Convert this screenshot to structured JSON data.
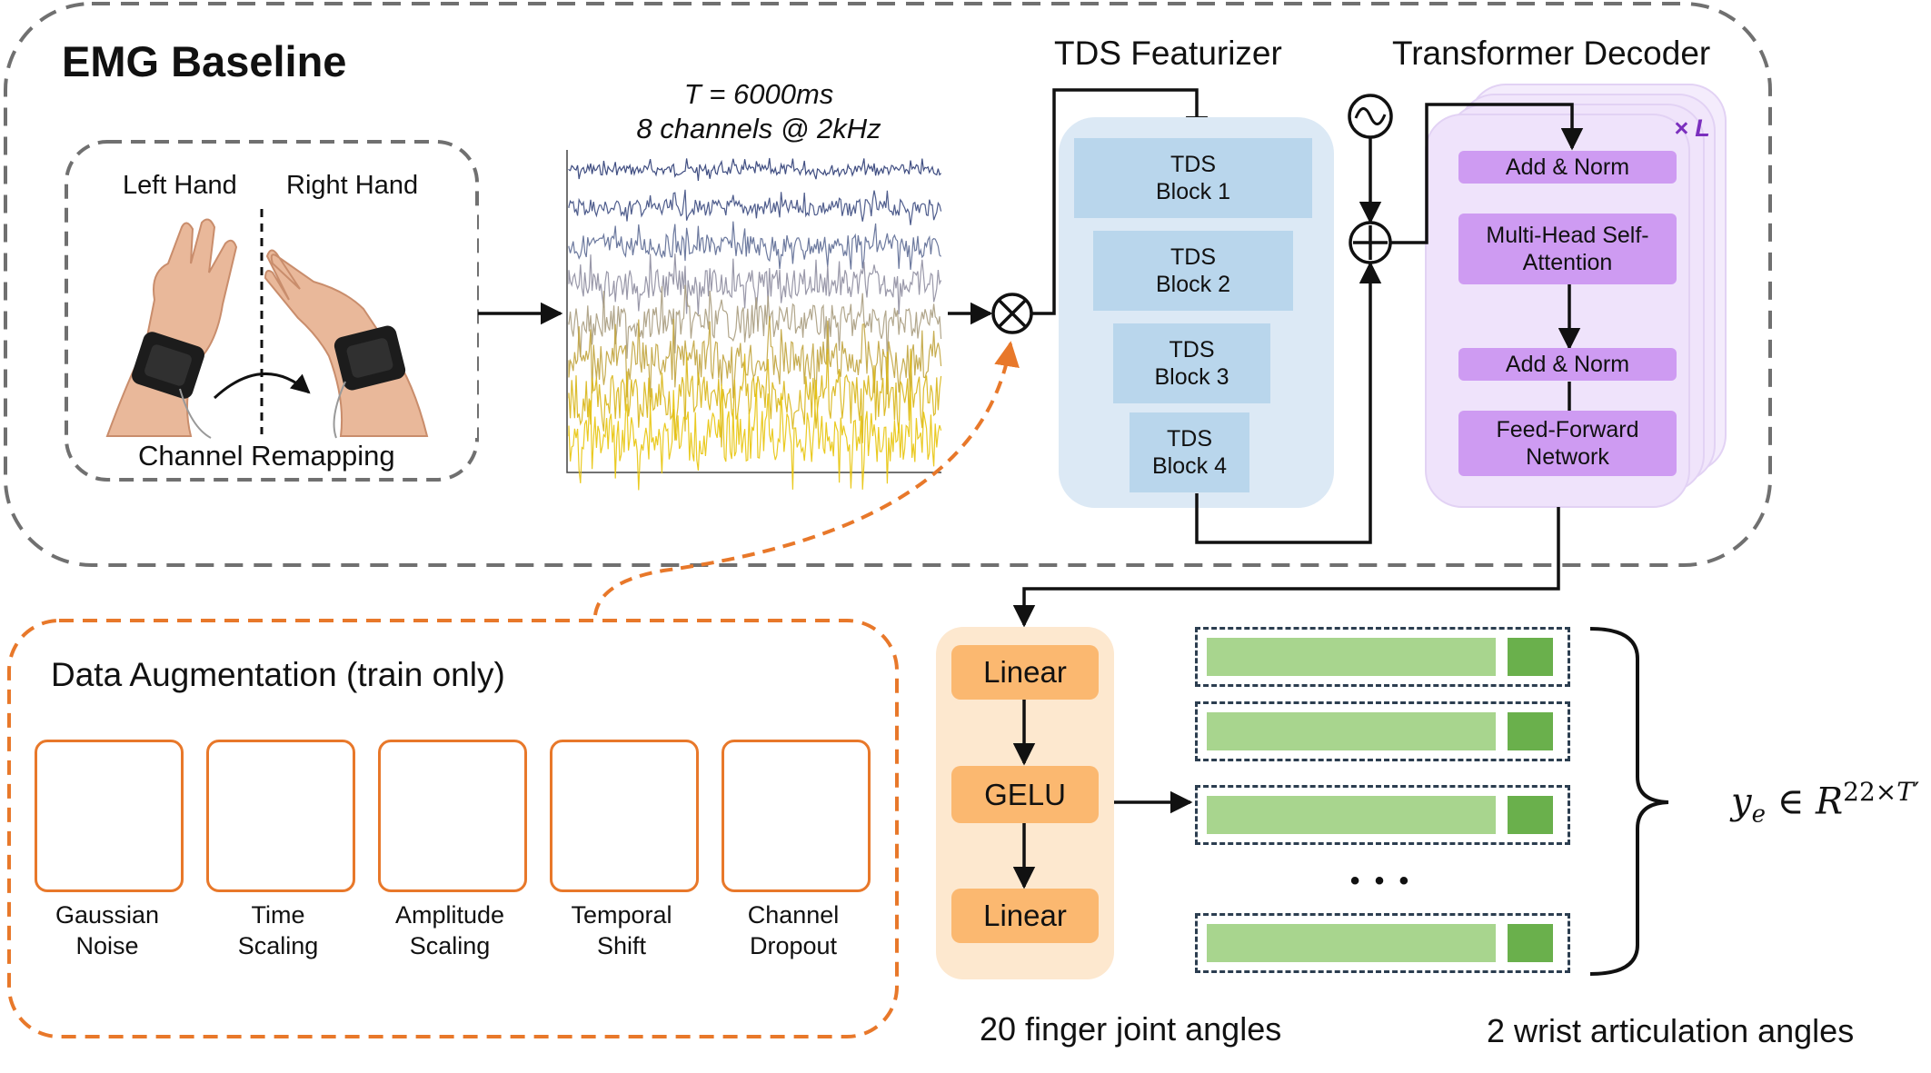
{
  "title": "EMG Baseline",
  "hands": {
    "left": "Left Hand",
    "right": "Right Hand",
    "caption": "Channel Remapping"
  },
  "signal": {
    "line1": "T = 6000ms",
    "line2": "8 channels @ 2kHz",
    "channel_colors": [
      "#2a3a73",
      "#3b4a80",
      "#5c6a93",
      "#8e8da0",
      "#a99c7e",
      "#c1a43e",
      "#d8b516",
      "#e8c40a"
    ]
  },
  "tds": {
    "title": "TDS Featurizer",
    "blocks": [
      {
        "line1": "TDS",
        "line2": "Block 1"
      },
      {
        "line1": "TDS",
        "line2": "Block 2"
      },
      {
        "line1": "TDS",
        "line2": "Block 3"
      },
      {
        "line1": "TDS",
        "line2": "Block 4"
      }
    ]
  },
  "decoder": {
    "title": "Transformer Decoder",
    "repeat": "× L",
    "add_norm_1": "Add & Norm",
    "attention": "Multi-Head Self-Attention",
    "add_norm_2": "Add & Norm",
    "ffn": "Feed-Forward Network"
  },
  "augmentation": {
    "title": "Data Augmentation (train only)",
    "items": [
      {
        "line1": "Gaussian",
        "line2": "Noise",
        "icon": "gaussian-noise-icon"
      },
      {
        "line1": "Time",
        "line2": "Scaling",
        "icon": "time-scaling-icon"
      },
      {
        "line1": "Amplitude",
        "line2": "Scaling",
        "icon": "amplitude-scaling-icon"
      },
      {
        "line1": "Temporal",
        "line2": "Shift",
        "icon": "temporal-shift-icon"
      },
      {
        "line1": "Channel",
        "line2": "Dropout",
        "icon": "channel-dropout-icon"
      }
    ]
  },
  "head": {
    "linear_1": "Linear",
    "gelu": "GELU",
    "linear_2": "Linear"
  },
  "output": {
    "ellipsis": "• • •",
    "finger_label": "20 finger joint angles",
    "wrist_label": "2 wrist articulation angles",
    "formula": "y_e ∈ R^{22×T′}"
  },
  "colors": {
    "orange": "#e8782a",
    "tds_panel": "#dce9f5",
    "tds_block": "#b9d6ec",
    "decoder_panel": "#efe3fb",
    "decoder_pill": "#ce9bf2",
    "decoder_accent": "#7b2fbe",
    "head_panel": "#fde8cf",
    "head_box": "#fbb870",
    "bar_light": "#a8d58e",
    "bar_dark": "#6ab04c",
    "grey_dash": "#6e6e6e",
    "blue_signal": "#1f5fd6"
  }
}
